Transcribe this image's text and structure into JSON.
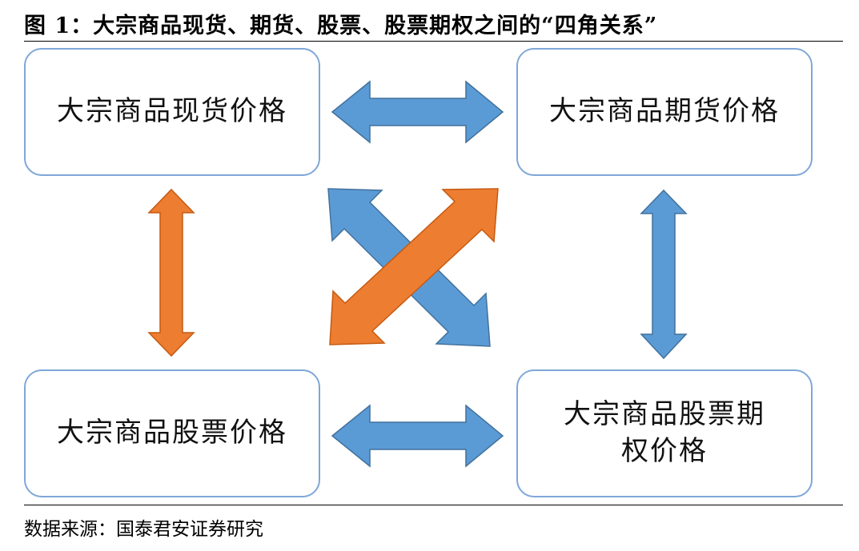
{
  "title": "图 1：大宗商品现货、期货、股票、股票期权之间的“四角关系”",
  "nodes": {
    "spot": "大宗商品现货价格",
    "futures": "大宗商品期货价格",
    "stock": "大宗商品股票价格",
    "option": "大宗商品股票期权价格"
  },
  "source": "数据来源：国泰君安证券研究",
  "colors": {
    "blue_arrow": "#5b9bd5",
    "orange_arrow": "#ed7d31",
    "box_border": "#7fa7d8"
  }
}
